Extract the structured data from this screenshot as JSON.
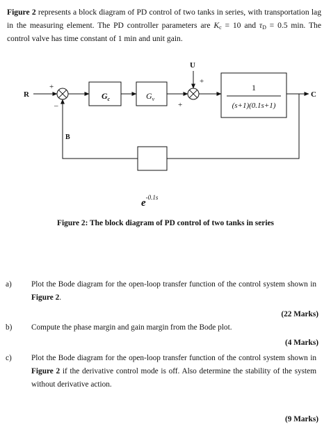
{
  "intro": {
    "fig_ref": "Figure 2",
    "text1": " represents a block diagram of PD control of two tanks in series, with transportation lag in the measuring element. The PD controller parameters are ",
    "kc_symbol": "K",
    "kc_sub": "c",
    "kc_value": " = 10 and ",
    "td_symbol": "τ",
    "td_sub": "D",
    "td_value": " = 0.5 min. The control valve has time constant of 1 min and unit gain."
  },
  "diagram": {
    "input_label": "R",
    "output_label": "C",
    "disturbance_label": "U",
    "feedback_label": "B",
    "controller_block": "G",
    "controller_sub": "c",
    "valve_block": "G",
    "valve_sub": "v",
    "process_numerator": "1",
    "process_denominator": "(s+1)(0.1s+1)",
    "plus_sign": "+",
    "minus_sign": "–",
    "delay_base": "e",
    "delay_exponent": "-0.1s"
  },
  "caption": "Figure 2: The block diagram of PD control of two tanks in series",
  "questions": [
    {
      "label": "a)",
      "text_pre": "Plot the Bode diagram for the open-loop transfer function of the control system shown in ",
      "fig_ref": "Figure 2",
      "text_post": ".",
      "marks": "(22 Marks)"
    },
    {
      "label": "b)",
      "text_pre": "Compute the phase margin and gain margin from the Bode plot.",
      "marks": "(4 Marks)"
    },
    {
      "label": "c)",
      "text_pre": "Plot the Bode diagram for the open-loop transfer function of the control system shown in ",
      "fig_ref": "Figure 2",
      "text_post": " if the derivative control mode is off. Also determine the stability of the system without derivative action.",
      "marks": "(9 Marks)"
    }
  ]
}
